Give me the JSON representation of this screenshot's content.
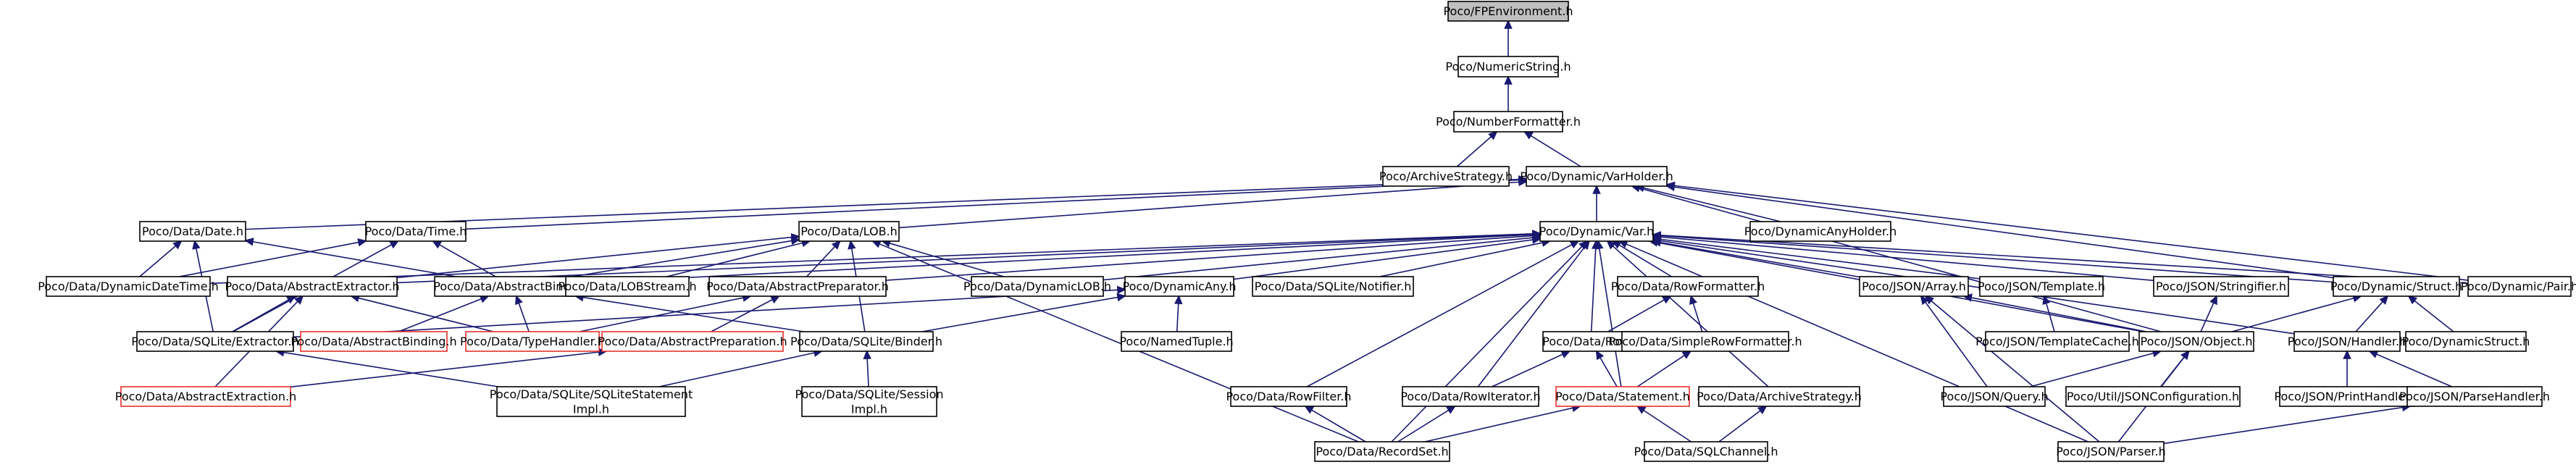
{
  "colors": {
    "background": "#ffffff",
    "node_border": "#000000",
    "node_border_incomplete": "#e8302c",
    "root_fill": "#bfbfbf",
    "node_fill": "#ffffff",
    "edge": "#191970",
    "text": "#000000"
  },
  "nodes": [
    {
      "id": "fpenv",
      "label": "Poco/FPEnvironment.h",
      "root": true
    },
    {
      "id": "numstr",
      "label": "Poco/NumericString.h"
    },
    {
      "id": "numfmt",
      "label": "Poco/NumberFormatter.h"
    },
    {
      "id": "archstrat",
      "label": "Poco/ArchiveStrategy.h"
    },
    {
      "id": "varholder",
      "label": "Poco/Dynamic/VarHolder.h"
    },
    {
      "id": "date",
      "label": "Poco/Data/Date.h"
    },
    {
      "id": "time",
      "label": "Poco/Data/Time.h"
    },
    {
      "id": "lob",
      "label": "Poco/Data/LOB.h"
    },
    {
      "id": "var",
      "label": "Poco/Dynamic/Var.h"
    },
    {
      "id": "dynanyholder",
      "label": "Poco/DynamicAnyHolder.h"
    },
    {
      "id": "dyndatetime",
      "label": "Poco/Data/DynamicDateTime.h"
    },
    {
      "id": "absextractor",
      "label": "Poco/Data/AbstractExtractor.h"
    },
    {
      "id": "absbinder",
      "label": "Poco/Data/AbstractBinder.h"
    },
    {
      "id": "lobstream",
      "label": "Poco/Data/LOBStream.h"
    },
    {
      "id": "absprep",
      "label": "Poco/Data/AbstractPreparator.h"
    },
    {
      "id": "dynlob",
      "label": "Poco/Data/DynamicLOB.h"
    },
    {
      "id": "dynany",
      "label": "Poco/DynamicAny.h"
    },
    {
      "id": "notifier",
      "label": "Poco/Data/SQLite/Notifier.h"
    },
    {
      "id": "rowfmt",
      "label": "Poco/Data/RowFormatter.h"
    },
    {
      "id": "jsonarray",
      "label": "Poco/JSON/Array.h"
    },
    {
      "id": "jsontemplate",
      "label": "Poco/JSON/Template.h"
    },
    {
      "id": "jsonstringifier",
      "label": "Poco/JSON/Stringifier.h"
    },
    {
      "id": "dynstruct",
      "label": "Poco/Dynamic/Struct.h"
    },
    {
      "id": "dynpair",
      "label": "Poco/Dynamic/Pair.h"
    },
    {
      "id": "sqliteextractor",
      "label": "Poco/Data/SQLite/Extractor.h"
    },
    {
      "id": "absbinding",
      "label": "Poco/Data/AbstractBinding.h",
      "incomplete": true
    },
    {
      "id": "typehandler",
      "label": "Poco/Data/TypeHandler.h",
      "incomplete": true
    },
    {
      "id": "absprepn",
      "label": "Poco/Data/AbstractPreparation.h",
      "incomplete": true
    },
    {
      "id": "sqlitebinder",
      "label": "Poco/Data/SQLite/Binder.h"
    },
    {
      "id": "namedtuple",
      "label": "Poco/NamedTuple.h"
    },
    {
      "id": "row",
      "label": "Poco/Data/Row.h"
    },
    {
      "id": "simplerowfmt",
      "label": "Poco/Data/SimpleRowFormatter.h"
    },
    {
      "id": "templatecache",
      "label": "Poco/JSON/TemplateCache.h"
    },
    {
      "id": "jsonobject",
      "label": "Poco/JSON/Object.h"
    },
    {
      "id": "jsonhandler",
      "label": "Poco/JSON/Handler.h"
    },
    {
      "id": "dynstructh",
      "label": "Poco/DynamicStruct.h"
    },
    {
      "id": "absextraction",
      "label": "Poco/Data/AbstractExtraction.h",
      "incomplete": true
    },
    {
      "id": "stmtimpl",
      "label": [
        "Poco/Data/SQLite/SQLiteStatement",
        "Impl.h"
      ]
    },
    {
      "id": "sessimpl",
      "label": [
        "Poco/Data/SQLite/Session",
        "Impl.h"
      ]
    },
    {
      "id": "rowfilter",
      "label": "Poco/Data/RowFilter.h"
    },
    {
      "id": "rowiterator",
      "label": "Poco/Data/RowIterator.h"
    },
    {
      "id": "statement",
      "label": "Poco/Data/Statement.h",
      "incomplete": true
    },
    {
      "id": "dataarchstrat",
      "label": "Poco/Data/ArchiveStrategy.h"
    },
    {
      "id": "jsonquery",
      "label": "Poco/JSON/Query.h"
    },
    {
      "id": "jsonconfig",
      "label": "Poco/Util/JSONConfiguration.h"
    },
    {
      "id": "printhandler",
      "label": "Poco/JSON/PrintHandler.h"
    },
    {
      "id": "parsehandler",
      "label": "Poco/JSON/ParseHandler.h"
    },
    {
      "id": "recordset",
      "label": "Poco/Data/RecordSet.h"
    },
    {
      "id": "sqlchannel",
      "label": "Poco/Data/SQLChannel.h"
    },
    {
      "id": "jsonparser",
      "label": "Poco/JSON/Parser.h"
    }
  ],
  "edges": [
    [
      "numstr",
      "fpenv"
    ],
    [
      "numfmt",
      "numstr"
    ],
    [
      "archstrat",
      "numfmt"
    ],
    [
      "varholder",
      "numfmt"
    ],
    [
      "date",
      "varholder"
    ],
    [
      "time",
      "varholder"
    ],
    [
      "lob",
      "varholder"
    ],
    [
      "var",
      "varholder"
    ],
    [
      "dynanyholder",
      "varholder"
    ],
    [
      "jsonobject",
      "varholder"
    ],
    [
      "dynstruct",
      "varholder"
    ],
    [
      "dynpair",
      "varholder"
    ],
    [
      "dyndatetime",
      "date"
    ],
    [
      "absbinder",
      "date"
    ],
    [
      "sqliteextractor",
      "date"
    ],
    [
      "dyndatetime",
      "time"
    ],
    [
      "absbinder",
      "time"
    ],
    [
      "sqliteextractor",
      "time"
    ],
    [
      "absextractor",
      "lob"
    ],
    [
      "absbinder",
      "lob"
    ],
    [
      "lobstream",
      "lob"
    ],
    [
      "absprep",
      "lob"
    ],
    [
      "dynlob",
      "lob"
    ],
    [
      "sqlitebinder",
      "lob"
    ],
    [
      "recordset",
      "lob"
    ],
    [
      "dyndatetime",
      "var"
    ],
    [
      "absbinder",
      "var"
    ],
    [
      "absextractor",
      "var"
    ],
    [
      "absprep",
      "var"
    ],
    [
      "dynlob",
      "var"
    ],
    [
      "dynany",
      "var"
    ],
    [
      "notifier",
      "var"
    ],
    [
      "rowfmt",
      "var"
    ],
    [
      "row",
      "var"
    ],
    [
      "jsonarray",
      "var"
    ],
    [
      "jsontemplate",
      "var"
    ],
    [
      "jsonstringifier",
      "var"
    ],
    [
      "dynstruct",
      "var"
    ],
    [
      "dynpair",
      "var"
    ],
    [
      "jsonobject",
      "var"
    ],
    [
      "jsonhandler",
      "var"
    ],
    [
      "rowfilter",
      "var"
    ],
    [
      "rowiterator",
      "var"
    ],
    [
      "statement",
      "var"
    ],
    [
      "dataarchstrat",
      "var"
    ],
    [
      "recordset",
      "var"
    ],
    [
      "jsonparser",
      "var"
    ],
    [
      "sqliteextractor",
      "absextractor"
    ],
    [
      "typehandler",
      "absextractor"
    ],
    [
      "absextraction",
      "absextractor"
    ],
    [
      "sqlitebinder",
      "absbinder"
    ],
    [
      "absbinding",
      "absbinder"
    ],
    [
      "typehandler",
      "absbinder"
    ],
    [
      "typehandler",
      "absprep"
    ],
    [
      "absprepn",
      "absprep"
    ],
    [
      "sqliteextractor",
      "dynany"
    ],
    [
      "sqlitebinder",
      "dynany"
    ],
    [
      "namedtuple",
      "dynany"
    ],
    [
      "row",
      "rowfmt"
    ],
    [
      "simplerowfmt",
      "rowfmt"
    ],
    [
      "jsonobject",
      "jsonarray"
    ],
    [
      "jsonquery",
      "jsonarray"
    ],
    [
      "jsonparser",
      "jsonarray"
    ],
    [
      "templatecache",
      "jsontemplate"
    ],
    [
      "jsonobject",
      "jsonstringifier"
    ],
    [
      "jsonobject",
      "dynstruct"
    ],
    [
      "jsonhandler",
      "dynstruct"
    ],
    [
      "dynstructh",
      "dynstruct"
    ],
    [
      "stmtimpl",
      "sqliteextractor"
    ],
    [
      "absextraction",
      "absprepn"
    ],
    [
      "stmtimpl",
      "sqlitebinder"
    ],
    [
      "sessimpl",
      "sqlitebinder"
    ],
    [
      "rowiterator",
      "row"
    ],
    [
      "statement",
      "row"
    ],
    [
      "statement",
      "simplerowfmt"
    ],
    [
      "jsonquery",
      "jsonobject"
    ],
    [
      "jsonconfig",
      "jsonobject"
    ],
    [
      "jsonparser",
      "jsonobject"
    ],
    [
      "printhandler",
      "jsonhandler"
    ],
    [
      "parsehandler",
      "jsonhandler"
    ],
    [
      "recordset",
      "rowfilter"
    ],
    [
      "recordset",
      "rowiterator"
    ],
    [
      "recordset",
      "statement"
    ],
    [
      "sqlchannel",
      "statement"
    ],
    [
      "sqlchannel",
      "dataarchstrat"
    ],
    [
      "jsonparser",
      "parsehandler"
    ]
  ]
}
